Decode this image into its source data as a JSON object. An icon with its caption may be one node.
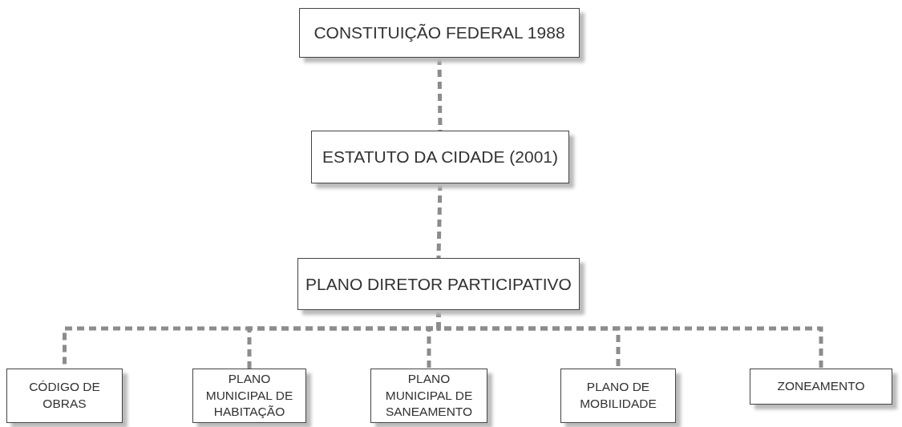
{
  "diagram": {
    "nodes": [
      {
        "text": [
          "CONSTITUIÇÃO FEDERAL 1988"
        ]
      },
      {
        "text": [
          "ESTATUTO DA CIDADE (2001)"
        ]
      },
      {
        "text": [
          "PLANO DIRETOR PARTICIPATIVO"
        ]
      },
      {
        "text": [
          "CÓDIGO DE OBRAS"
        ]
      },
      {
        "text": [
          "PLANO MUNICIPAL DE HABITAÇÃO"
        ]
      },
      {
        "text": [
          "PLANO MUNICIPAL DE SANEAMENTO"
        ]
      },
      {
        "text": [
          "PLANO DE MOBILIDADE"
        ]
      },
      {
        "text": [
          "ZONEAMENTO"
        ]
      }
    ],
    "edges": [
      {
        "from": 0,
        "to": 1,
        "arrow": "none",
        "style": "dashed"
      },
      {
        "from": 1,
        "to": 2,
        "arrow": "none",
        "style": "dashed"
      },
      {
        "from": 2,
        "to": 3,
        "arrow": "none",
        "style": "dashed"
      },
      {
        "from": 2,
        "to": 4,
        "arrow": "none",
        "style": "dashed"
      },
      {
        "from": 2,
        "to": 5,
        "arrow": "none",
        "style": "dashed"
      },
      {
        "from": 2,
        "to": 6,
        "arrow": "none",
        "style": "dashed"
      },
      {
        "from": 2,
        "to": 7,
        "arrow": "none",
        "style": "dashed"
      }
    ]
  }
}
